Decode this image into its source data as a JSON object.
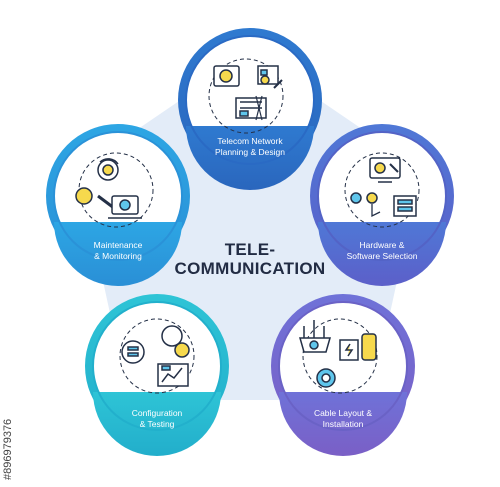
{
  "center": {
    "line1": "TELE-",
    "line2": "COMMUNICATION"
  },
  "nodes": [
    {
      "id": "telecom-network",
      "label_line1": "Telecom Network",
      "label_line2": "Planning & Design",
      "color": "#2f75c7"
    },
    {
      "id": "hardware-software",
      "label_line1": "Hardware &",
      "label_line2": "Software  Selection",
      "color": "#5866cc"
    },
    {
      "id": "cable-layout",
      "label_line1": "Cable Layout &",
      "label_line2": "Installation",
      "color": "#7466cc"
    },
    {
      "id": "configuration-testing",
      "label_line1": "Configuration",
      "label_line2": "& Testing",
      "color": "#27b6cc"
    },
    {
      "id": "maintenance-monitoring",
      "label_line1": "Maintenance",
      "label_line2": "& Monitoring",
      "color": "#2c9adc"
    }
  ],
  "colors": {
    "connector": "#dfe9f7",
    "icon_stroke": "#243047",
    "icon_yellow": "#f6d94d",
    "icon_blue": "#5fc6ec",
    "title": "#222c44"
  },
  "watermark": "#896979376"
}
